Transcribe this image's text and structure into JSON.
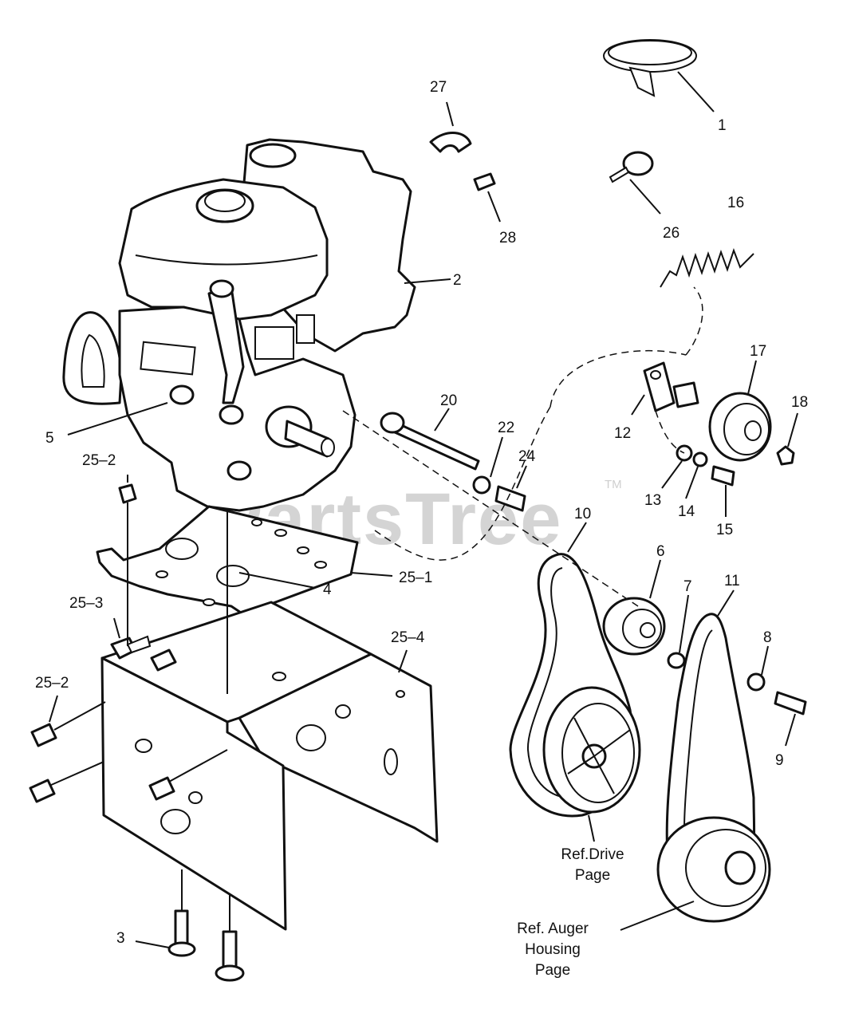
{
  "watermark": "PartsTree",
  "watermark_mark": "TM",
  "labels": {
    "p1": "1",
    "p2": "2",
    "p3": "3",
    "p4": "4",
    "p5": "5",
    "p6": "6",
    "p7": "7",
    "p8": "8",
    "p9": "9",
    "p10": "10",
    "p11": "11",
    "p12": "12",
    "p13": "13",
    "p14": "14",
    "p15": "15",
    "p16": "16",
    "p17": "17",
    "p18": "18",
    "p20": "20",
    "p22": "22",
    "p24": "24",
    "p25_1": "25–1",
    "p25_2a": "25–2",
    "p25_2b": "25–2",
    "p25_3": "25–3",
    "p25_4": "25–4",
    "p26": "26",
    "p27": "27",
    "p28": "28"
  },
  "references": {
    "drive": [
      "Ref.Drive",
      "Page"
    ],
    "auger": [
      "Ref. Auger",
      "Housing",
      "Page"
    ]
  }
}
